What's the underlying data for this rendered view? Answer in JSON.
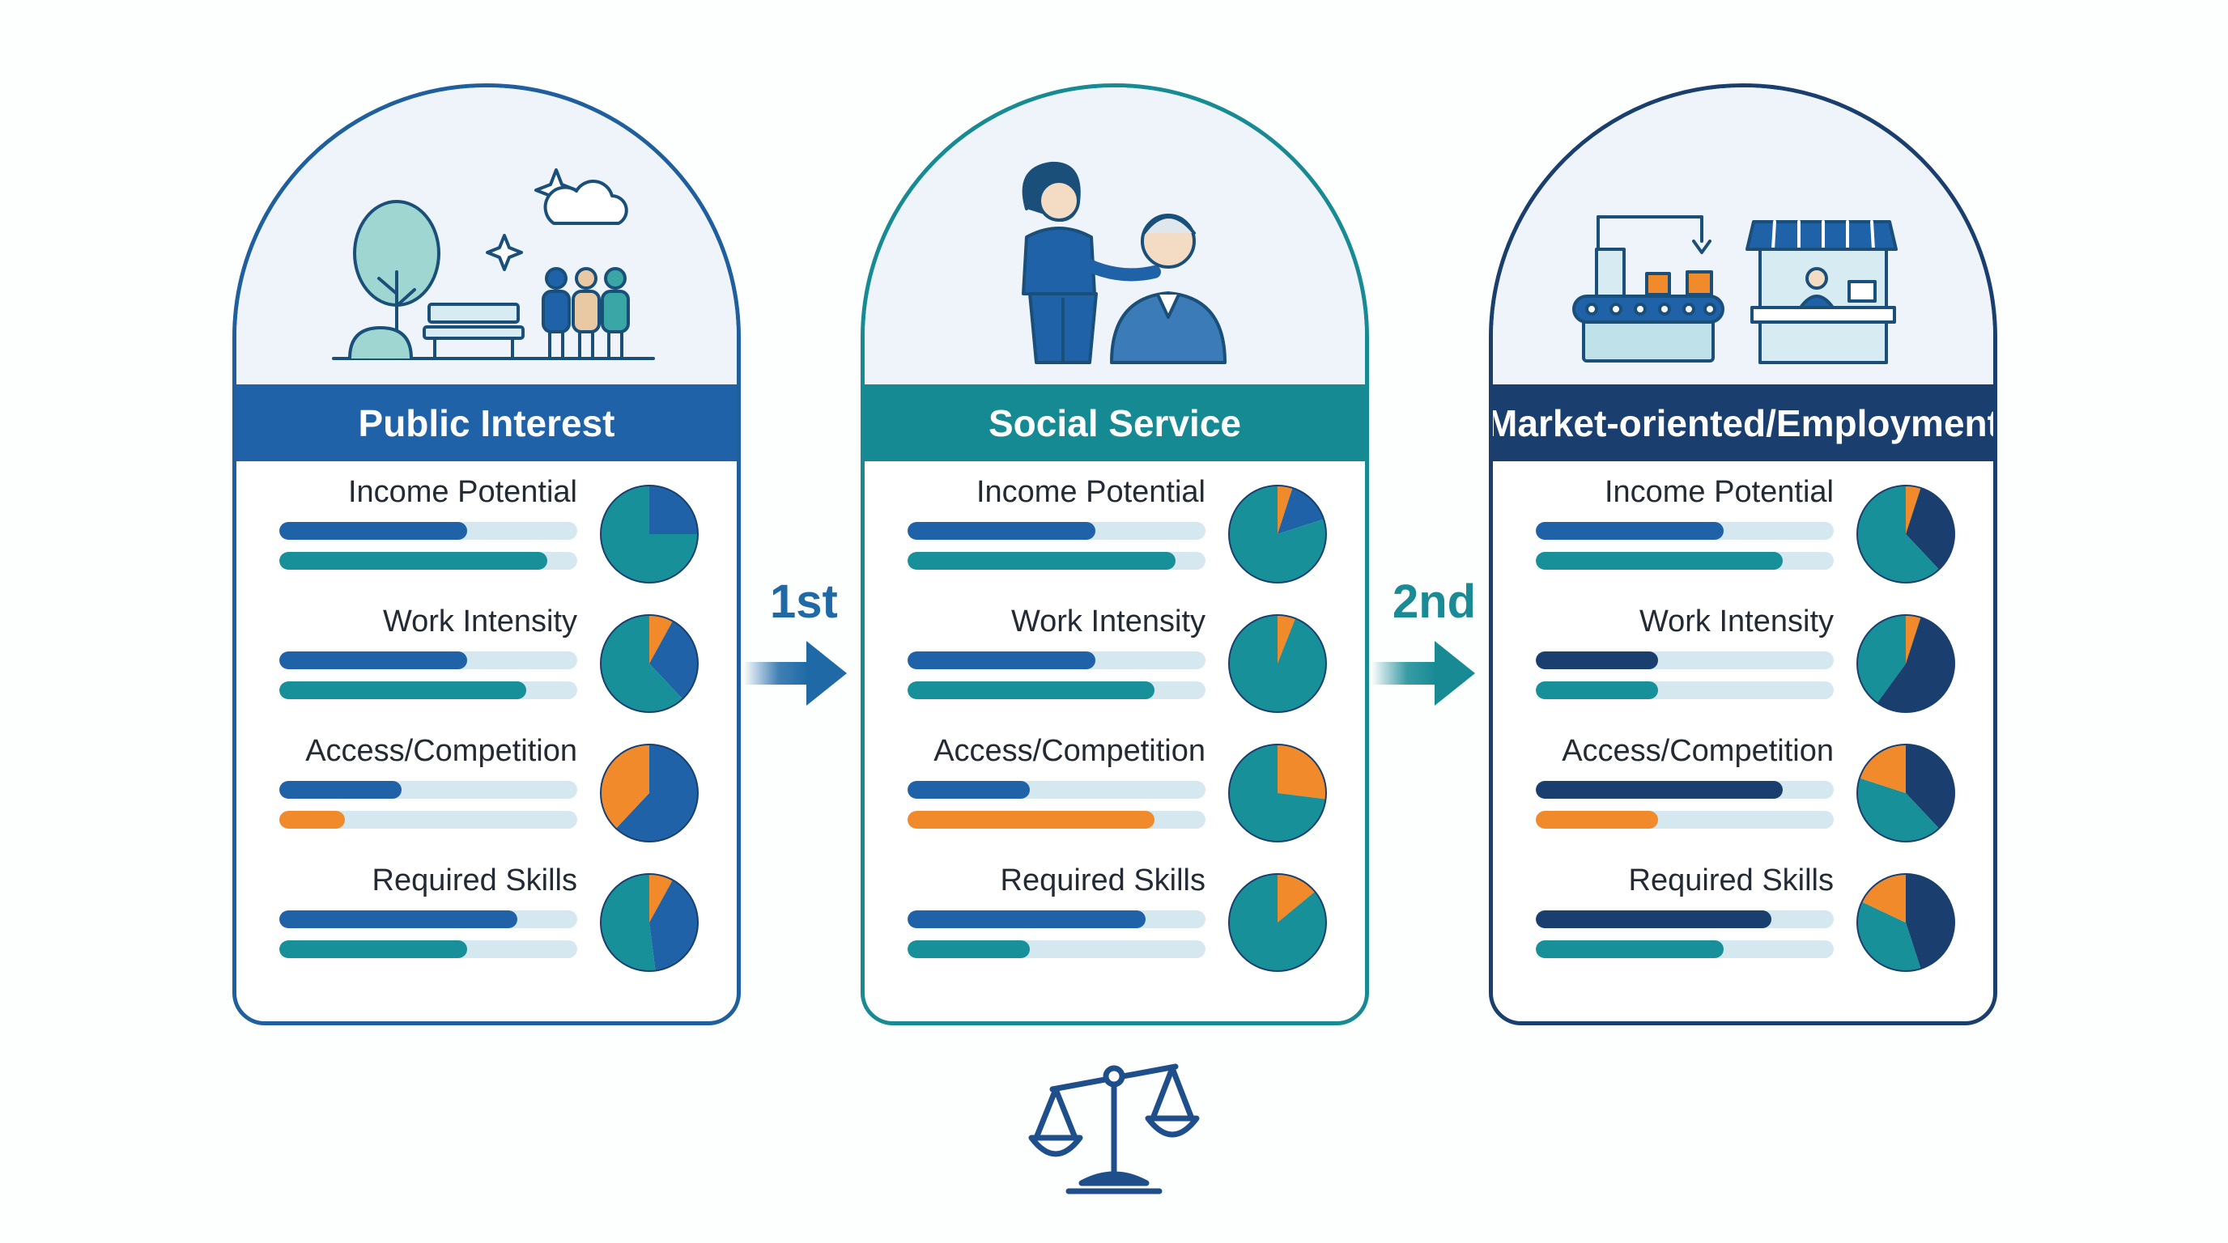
{
  "colors": {
    "dark_blue": "#1a3f6e",
    "blue": "#1f62a8",
    "teal": "#17909a",
    "orange": "#f08a2b",
    "track": "#d6e8ef"
  },
  "cards": [
    {
      "title": "Public Interest",
      "banner_color": "#1f62a8",
      "border_color": "#1f5f9e",
      "illustration": "park-community-icon",
      "metrics": [
        {
          "label": "Income Potential",
          "bars": [
            {
              "value": 0.63,
              "color": "#1f62a8"
            },
            {
              "value": 0.9,
              "color": "#17909a"
            }
          ],
          "pie": [
            {
              "value": 0.25,
              "color": "#1f62a8"
            },
            {
              "value": 0.75,
              "color": "#17909a"
            }
          ]
        },
        {
          "label": "Work Intensity",
          "bars": [
            {
              "value": 0.63,
              "color": "#1f62a8"
            },
            {
              "value": 0.83,
              "color": "#17909a"
            }
          ],
          "pie": [
            {
              "value": 0.08,
              "color": "#f08a2b"
            },
            {
              "value": 0.3,
              "color": "#1f62a8"
            },
            {
              "value": 0.62,
              "color": "#17909a"
            }
          ]
        },
        {
          "label": "Access/Competition",
          "bars": [
            {
              "value": 0.41,
              "color": "#1f62a8"
            },
            {
              "value": 0.22,
              "color": "#f08a2b"
            }
          ],
          "pie": [
            {
              "value": 0.62,
              "color": "#1f62a8"
            },
            {
              "value": 0.38,
              "color": "#f08a2b"
            }
          ]
        },
        {
          "label": "Required Skills",
          "bars": [
            {
              "value": 0.8,
              "color": "#1f62a8"
            },
            {
              "value": 0.63,
              "color": "#17909a"
            }
          ],
          "pie": [
            {
              "value": 0.08,
              "color": "#f08a2b"
            },
            {
              "value": 0.4,
              "color": "#1f62a8"
            },
            {
              "value": 0.52,
              "color": "#17909a"
            }
          ]
        }
      ]
    },
    {
      "title": "Social Service",
      "banner_color": "#168a93",
      "border_color": "#178a94",
      "illustration": "caregiver-elderly-icon",
      "metrics": [
        {
          "label": "Income Potential",
          "bars": [
            {
              "value": 0.63,
              "color": "#1f62a8"
            },
            {
              "value": 0.9,
              "color": "#17909a"
            }
          ],
          "pie": [
            {
              "value": 0.05,
              "color": "#f08a2b"
            },
            {
              "value": 0.15,
              "color": "#1f62a8"
            },
            {
              "value": 0.8,
              "color": "#17909a"
            }
          ]
        },
        {
          "label": "Work Intensity",
          "bars": [
            {
              "value": 0.63,
              "color": "#1f62a8"
            },
            {
              "value": 0.83,
              "color": "#17909a"
            }
          ],
          "pie": [
            {
              "value": 0.06,
              "color": "#f08a2b"
            },
            {
              "value": 0.94,
              "color": "#17909a"
            }
          ]
        },
        {
          "label": "Access/Competition",
          "bars": [
            {
              "value": 0.41,
              "color": "#1f62a8"
            },
            {
              "value": 0.83,
              "color": "#f08a2b"
            }
          ],
          "pie": [
            {
              "value": 0.27,
              "color": "#f08a2b"
            },
            {
              "value": 0.73,
              "color": "#17909a"
            }
          ]
        },
        {
          "label": "Required Skills",
          "bars": [
            {
              "value": 0.8,
              "color": "#1f62a8"
            },
            {
              "value": 0.41,
              "color": "#17909a"
            }
          ],
          "pie": [
            {
              "value": 0.14,
              "color": "#f08a2b"
            },
            {
              "value": 0.86,
              "color": "#17909a"
            }
          ]
        }
      ]
    },
    {
      "title": "Market-oriented/Employment",
      "banner_color": "#1a3f6e",
      "border_color": "#1a3f6e",
      "illustration": "factory-shop-icon",
      "metrics": [
        {
          "label": "Income Potential",
          "bars": [
            {
              "value": 0.63,
              "color": "#1f62a8"
            },
            {
              "value": 0.83,
              "color": "#17909a"
            }
          ],
          "pie": [
            {
              "value": 0.05,
              "color": "#f08a2b"
            },
            {
              "value": 0.33,
              "color": "#1a3f6e"
            },
            {
              "value": 0.62,
              "color": "#17909a"
            }
          ]
        },
        {
          "label": "Work Intensity",
          "bars": [
            {
              "value": 0.41,
              "color": "#1a3f6e"
            },
            {
              "value": 0.41,
              "color": "#17909a"
            }
          ],
          "pie": [
            {
              "value": 0.05,
              "color": "#f08a2b"
            },
            {
              "value": 0.55,
              "color": "#1a3f6e"
            },
            {
              "value": 0.4,
              "color": "#17909a"
            }
          ]
        },
        {
          "label": "Access/Competition",
          "bars": [
            {
              "value": 0.83,
              "color": "#1a3f6e"
            },
            {
              "value": 0.41,
              "color": "#f08a2b"
            }
          ],
          "pie": [
            {
              "value": 0.38,
              "color": "#1a3f6e"
            },
            {
              "value": 0.42,
              "color": "#17909a"
            },
            {
              "value": 0.2,
              "color": "#f08a2b"
            }
          ]
        },
        {
          "label": "Required Skills",
          "bars": [
            {
              "value": 0.79,
              "color": "#1a3f6e"
            },
            {
              "value": 0.63,
              "color": "#17909a"
            }
          ],
          "pie": [
            {
              "value": 0.45,
              "color": "#1a3f6e"
            },
            {
              "value": 0.37,
              "color": "#17909a"
            },
            {
              "value": 0.18,
              "color": "#f08a2b"
            }
          ]
        }
      ]
    }
  ],
  "arrows": [
    {
      "label": "1st",
      "icon": "right-arrow-icon"
    },
    {
      "label": "2nd",
      "icon": "right-arrow-icon"
    }
  ],
  "footer_icon": "balance-scale-icon"
}
